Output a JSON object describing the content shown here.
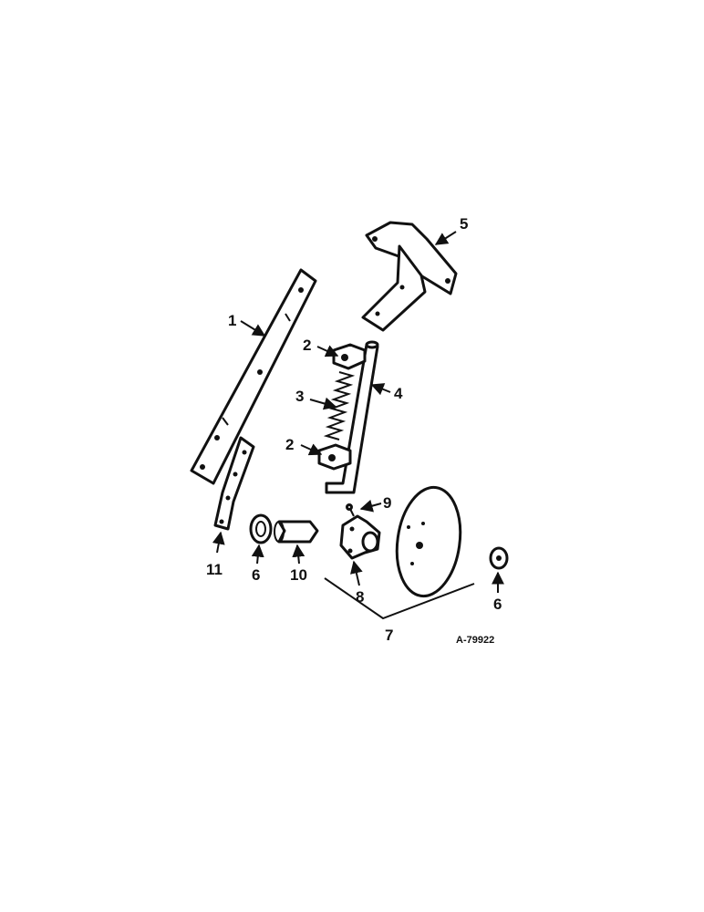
{
  "diagram": {
    "reference_number": "A-79922",
    "callouts": {
      "part_1": "1",
      "part_2_upper": "2",
      "part_2_lower": "2",
      "part_3": "3",
      "part_4": "4",
      "part_5": "5",
      "part_6_left": "6",
      "part_6_right": "6",
      "part_7": "7",
      "part_8": "8",
      "part_9": "9",
      "part_10": "10",
      "part_11": "11"
    }
  }
}
